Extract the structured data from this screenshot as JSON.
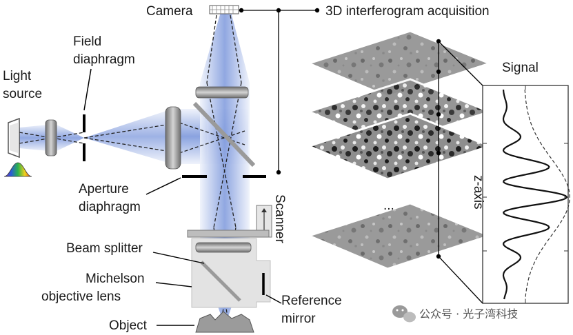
{
  "labels": {
    "camera": "Camera",
    "acquisition": "3D interferogram acquisition",
    "field_line1": "Field",
    "field_line2": "diaphragm",
    "light_line1": "Light",
    "light_line2": "source",
    "aperture_line1": "Aperture",
    "aperture_line2": "diaphragm",
    "scanner": "Scanner",
    "beam_splitter": "Beam splitter",
    "michelson_line1": "Michelson",
    "michelson_line2": "objective lens",
    "object": "Object",
    "reference_line1": "Reference",
    "reference_line2": "mirror",
    "signal": "Signal",
    "z_axis": "z-axis",
    "ellipsis": "...",
    "watermark": "公众号 · 光子湾科技"
  },
  "colors": {
    "beam": "#6f8fd8",
    "beam_light": "#e8eefb",
    "lens": "#9a9a9a",
    "ink": "#1a1a1a",
    "housing": "#e3e3e3"
  },
  "icons": {
    "spectrum": "spectrum-icon",
    "watermark": "wechat-icon"
  }
}
